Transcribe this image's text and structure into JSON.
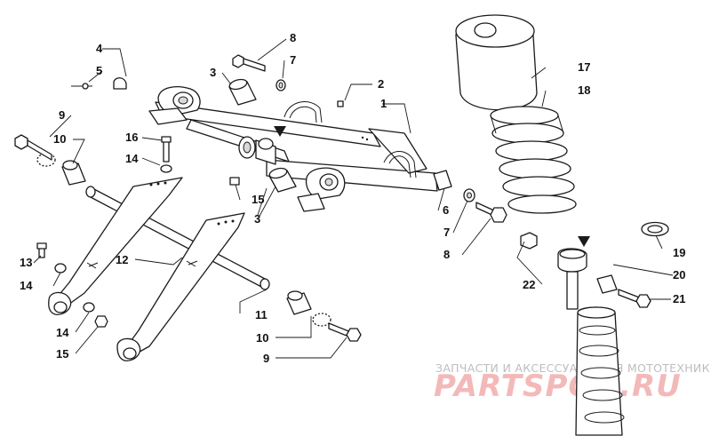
{
  "callouts": {
    "c1": "1",
    "c2": "2",
    "c3a": "3",
    "c3b": "3",
    "c4": "4",
    "c5": "5",
    "c6": "6",
    "c7a": "7",
    "c7b": "7",
    "c8a": "8",
    "c8b": "8",
    "c9a": "9",
    "c9b": "9",
    "c10a": "10",
    "c10b": "10",
    "c11": "11",
    "c12": "12",
    "c13": "13",
    "c14a": "14",
    "c14b": "14",
    "c14c": "14",
    "c15a": "15",
    "c15b": "15",
    "c16": "16",
    "c17": "17",
    "c18": "18",
    "c19": "19",
    "c20": "20",
    "c21": "21",
    "c22": "22"
  },
  "watermark": {
    "caption": "ЗАПЧАСТИ И АКСЕССУАРЫ ДЛЯ МОТОТЕХНИКИ",
    "brand": "PARTSPOR.RU"
  },
  "colors": {
    "line": "#1a1a1a",
    "fill": "#ffffff",
    "watermark_brand": "#f3b9b9",
    "watermark_caption": "#bdbdbd"
  }
}
